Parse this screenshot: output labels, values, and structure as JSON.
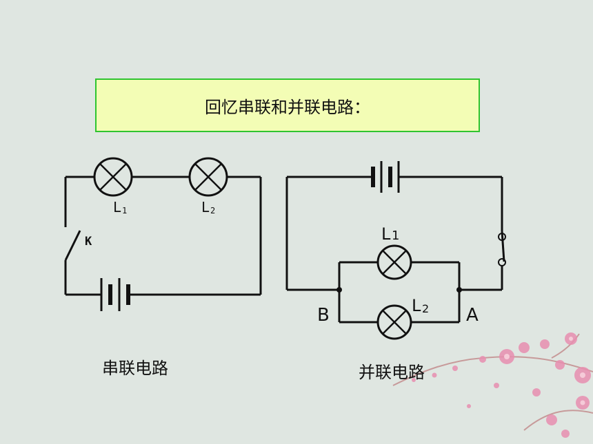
{
  "title": "回忆串联和并联电路：",
  "series_circuit": {
    "caption": "串联电路",
    "lamp1_label": "L",
    "lamp1_sub": "1",
    "lamp2_label": "L",
    "lamp2_sub": "2",
    "switch_label": "K"
  },
  "parallel_circuit": {
    "caption": "并联电路",
    "lamp1_label": "L",
    "lamp1_sub": "1",
    "lamp2_label": "L",
    "lamp2_sub": "2",
    "node_b": "B",
    "node_a": "A"
  },
  "colors": {
    "background": "#dfe6e1",
    "title_fill": "#f3fdb5",
    "title_border": "#2fc42f",
    "wire": "#111111",
    "blossom": "#e88fb0"
  }
}
